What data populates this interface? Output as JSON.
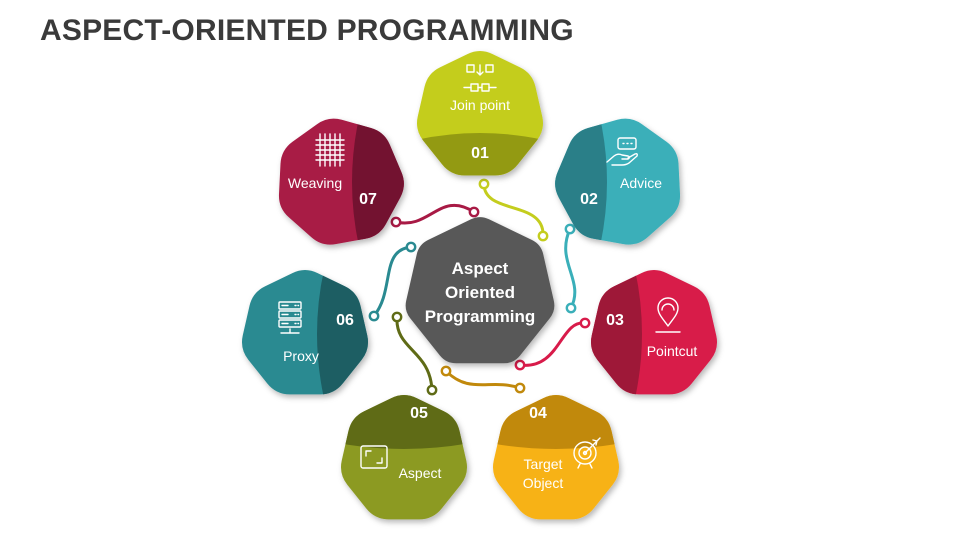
{
  "title": "ASPECT-ORIENTED PROGRAMMING",
  "center": {
    "lines": [
      "Aspect",
      "Oriented",
      "Programming"
    ],
    "color": "#595959"
  },
  "nodes": [
    {
      "number": "01",
      "label_lines": [
        "Join point"
      ],
      "icon": "join-point-icon",
      "color": "#C4CD1E",
      "dark": "#939A12"
    },
    {
      "number": "02",
      "label_lines": [
        "Advice"
      ],
      "icon": "hand-chat-icon",
      "color": "#3AAFB9",
      "dark": "#2A7F88"
    },
    {
      "number": "03",
      "label_lines": [
        "Pointcut"
      ],
      "icon": "location-pin-icon",
      "color": "#D81B4A",
      "dark": "#9E1838"
    },
    {
      "number": "04",
      "label_lines": [
        "Target",
        "Object"
      ],
      "icon": "target-icon",
      "color": "#F7B217",
      "dark": "#C1890C"
    },
    {
      "number": "05",
      "label_lines": [
        "Aspect"
      ],
      "icon": "aspect-ratio-icon",
      "color": "#8C9A22",
      "dark": "#5F6B16"
    },
    {
      "number": "06",
      "label_lines": [
        "Proxy"
      ],
      "icon": "server-icon",
      "color": "#2A8A91",
      "dark": "#1D5E63"
    },
    {
      "number": "07",
      "label_lines": [
        "Weaving"
      ],
      "icon": "weaving-icon",
      "color": "#A81A45",
      "dark": "#731230"
    }
  ]
}
